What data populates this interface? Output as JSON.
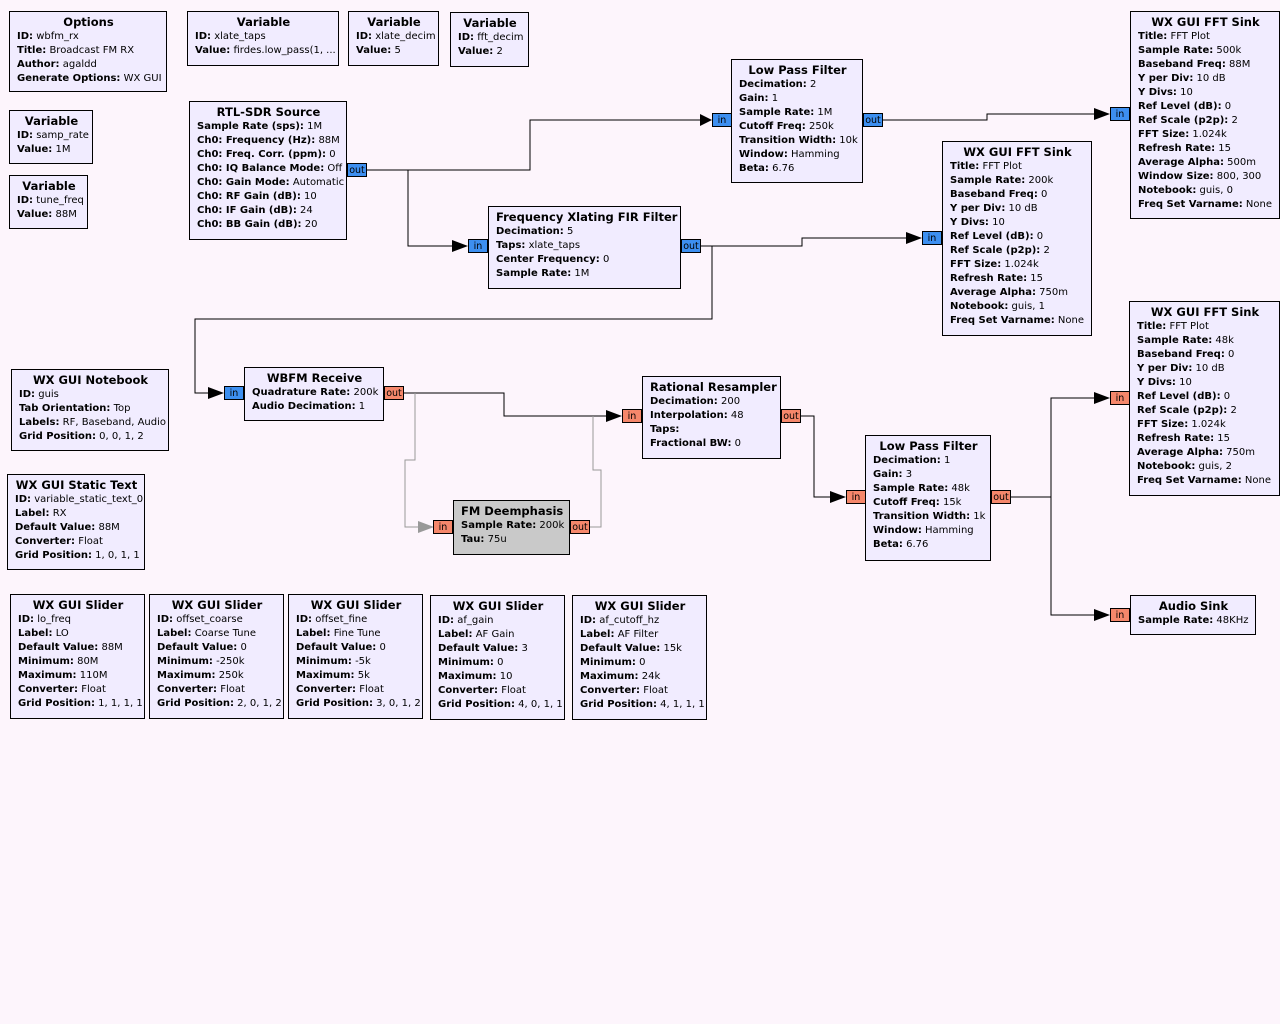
{
  "port_labels": {
    "in": "in",
    "out": "out"
  },
  "colors": {
    "canvas": "#fdf5fc",
    "block_fill": "#f1ecff",
    "block_disabled_fill": "#c9c9c9",
    "complex_port": "#3d8ff0",
    "float_port": "#f5876b",
    "wire": "#000000",
    "disabled_wire": "#999999"
  },
  "blocks": {
    "options": {
      "title": "Options",
      "params": [
        {
          "k": "ID:",
          "v": "wbfm_rx"
        },
        {
          "k": "Title:",
          "v": "Broadcast FM RX"
        },
        {
          "k": "Author:",
          "v": "agaldd"
        },
        {
          "k": "Generate Options:",
          "v": "WX GUI"
        }
      ]
    },
    "var_xlate_taps": {
      "title": "Variable",
      "params": [
        {
          "k": "ID:",
          "v": "xlate_taps"
        },
        {
          "k": "Value:",
          "v": "firdes.low_pass(1, ..."
        }
      ]
    },
    "var_xlate_decim": {
      "title": "Variable",
      "params": [
        {
          "k": "ID:",
          "v": "xlate_decim"
        },
        {
          "k": "Value:",
          "v": "5"
        }
      ]
    },
    "var_fft_decim": {
      "title": "Variable",
      "params": [
        {
          "k": "ID:",
          "v": "fft_decim"
        },
        {
          "k": "Value:",
          "v": "2"
        }
      ]
    },
    "var_samp_rate": {
      "title": "Variable",
      "params": [
        {
          "k": "ID:",
          "v": "samp_rate"
        },
        {
          "k": "Value:",
          "v": "1M"
        }
      ]
    },
    "var_tune_freq": {
      "title": "Variable",
      "params": [
        {
          "k": "ID:",
          "v": "tune_freq"
        },
        {
          "k": "Value:",
          "v": "88M"
        }
      ]
    },
    "rtl_sdr_source": {
      "title": "RTL-SDR Source",
      "params": [
        {
          "k": "Sample Rate (sps):",
          "v": "1M"
        },
        {
          "k": "Ch0: Frequency (Hz):",
          "v": "88M"
        },
        {
          "k": "Ch0: Freq. Corr. (ppm):",
          "v": "0"
        },
        {
          "k": "Ch0: IQ Balance Mode:",
          "v": "Off"
        },
        {
          "k": "Ch0: Gain Mode:",
          "v": "Automatic"
        },
        {
          "k": "Ch0: RF Gain (dB):",
          "v": "10"
        },
        {
          "k": "Ch0: IF Gain (dB):",
          "v": "24"
        },
        {
          "k": "Ch0: BB Gain (dB):",
          "v": "20"
        }
      ]
    },
    "low_pass_filter_1": {
      "title": "Low Pass Filter",
      "params": [
        {
          "k": "Decimation:",
          "v": "2"
        },
        {
          "k": "Gain:",
          "v": "1"
        },
        {
          "k": "Sample Rate:",
          "v": "1M"
        },
        {
          "k": "Cutoff Freq:",
          "v": "250k"
        },
        {
          "k": "Transition Width:",
          "v": "10k"
        },
        {
          "k": "Window:",
          "v": "Hamming"
        },
        {
          "k": "Beta:",
          "v": "6.76"
        }
      ]
    },
    "freq_xlating_fir": {
      "title": "Frequency Xlating FIR Filter",
      "params": [
        {
          "k": "Decimation:",
          "v": "5"
        },
        {
          "k": "Taps:",
          "v": "xlate_taps"
        },
        {
          "k": "Center Frequency:",
          "v": "0"
        },
        {
          "k": "Sample Rate:",
          "v": "1M"
        }
      ]
    },
    "fft_sink_1": {
      "title": "WX GUI FFT Sink",
      "params": [
        {
          "k": "Title:",
          "v": "FFT Plot"
        },
        {
          "k": "Sample Rate:",
          "v": "500k"
        },
        {
          "k": "Baseband Freq:",
          "v": "88M"
        },
        {
          "k": "Y per Div:",
          "v": "10 dB"
        },
        {
          "k": "Y Divs:",
          "v": "10"
        },
        {
          "k": "Ref Level (dB):",
          "v": "0"
        },
        {
          "k": "Ref Scale (p2p):",
          "v": "2"
        },
        {
          "k": "FFT Size:",
          "v": "1.024k"
        },
        {
          "k": "Refresh Rate:",
          "v": "15"
        },
        {
          "k": "Average Alpha:",
          "v": "500m"
        },
        {
          "k": "Window Size:",
          "v": "800, 300"
        },
        {
          "k": "Notebook:",
          "v": "guis, 0"
        },
        {
          "k": "Freq Set Varname:",
          "v": "None"
        }
      ]
    },
    "fft_sink_2": {
      "title": "WX GUI FFT Sink",
      "params": [
        {
          "k": "Title:",
          "v": "FFT Plot"
        },
        {
          "k": "Sample Rate:",
          "v": "200k"
        },
        {
          "k": "Baseband Freq:",
          "v": "0"
        },
        {
          "k": "Y per Div:",
          "v": "10 dB"
        },
        {
          "k": "Y Divs:",
          "v": "10"
        },
        {
          "k": "Ref Level (dB):",
          "v": "0"
        },
        {
          "k": "Ref Scale (p2p):",
          "v": "2"
        },
        {
          "k": "FFT Size:",
          "v": "1.024k"
        },
        {
          "k": "Refresh Rate:",
          "v": "15"
        },
        {
          "k": "Average Alpha:",
          "v": "750m"
        },
        {
          "k": "Notebook:",
          "v": "guis, 1"
        },
        {
          "k": "Freq Set Varname:",
          "v": "None"
        }
      ]
    },
    "fft_sink_3": {
      "title": "WX GUI FFT Sink",
      "params": [
        {
          "k": "Title:",
          "v": "FFT Plot"
        },
        {
          "k": "Sample Rate:",
          "v": "48k"
        },
        {
          "k": "Baseband Freq:",
          "v": "0"
        },
        {
          "k": "Y per Div:",
          "v": "10 dB"
        },
        {
          "k": "Y Divs:",
          "v": "10"
        },
        {
          "k": "Ref Level (dB):",
          "v": "0"
        },
        {
          "k": "Ref Scale (p2p):",
          "v": "2"
        },
        {
          "k": "FFT Size:",
          "v": "1.024k"
        },
        {
          "k": "Refresh Rate:",
          "v": "15"
        },
        {
          "k": "Average Alpha:",
          "v": "750m"
        },
        {
          "k": "Notebook:",
          "v": "guis, 2"
        },
        {
          "k": "Freq Set Varname:",
          "v": "None"
        }
      ]
    },
    "notebook": {
      "title": "WX GUI Notebook",
      "params": [
        {
          "k": "ID:",
          "v": "guis"
        },
        {
          "k": "Tab Orientation:",
          "v": "Top"
        },
        {
          "k": "Labels:",
          "v": "RF, Baseband, Audio"
        },
        {
          "k": "Grid Position:",
          "v": "0, 0, 1, 2"
        }
      ]
    },
    "wbfm_receive": {
      "title": "WBFM Receive",
      "params": [
        {
          "k": "Quadrature Rate:",
          "v": "200k"
        },
        {
          "k": "Audio Decimation:",
          "v": "1"
        }
      ]
    },
    "rational_resampler": {
      "title": "Rational Resampler",
      "params": [
        {
          "k": "Decimation:",
          "v": "200"
        },
        {
          "k": "Interpolation:",
          "v": "48"
        },
        {
          "k": "Taps:",
          "v": ""
        },
        {
          "k": "Fractional BW:",
          "v": "0"
        }
      ]
    },
    "static_text": {
      "title": "WX GUI Static Text",
      "params": [
        {
          "k": "ID:",
          "v": "variable_static_text_0"
        },
        {
          "k": "Label:",
          "v": "RX"
        },
        {
          "k": "Default Value:",
          "v": "88M"
        },
        {
          "k": "Converter:",
          "v": "Float"
        },
        {
          "k": "Grid Position:",
          "v": "1, 0, 1, 1"
        }
      ]
    },
    "fm_deemphasis": {
      "title": "FM Deemphasis",
      "params": [
        {
          "k": "Sample Rate:",
          "v": "200k"
        },
        {
          "k": "Tau:",
          "v": "75u"
        }
      ]
    },
    "low_pass_filter_2": {
      "title": "Low Pass Filter",
      "params": [
        {
          "k": "Decimation:",
          "v": "1"
        },
        {
          "k": "Gain:",
          "v": "3"
        },
        {
          "k": "Sample Rate:",
          "v": "48k"
        },
        {
          "k": "Cutoff Freq:",
          "v": "15k"
        },
        {
          "k": "Transition Width:",
          "v": "1k"
        },
        {
          "k": "Window:",
          "v": "Hamming"
        },
        {
          "k": "Beta:",
          "v": "6.76"
        }
      ]
    },
    "audio_sink": {
      "title": "Audio Sink",
      "params": [
        {
          "k": "Sample Rate:",
          "v": "48KHz"
        }
      ]
    },
    "slider_lo_freq": {
      "title": "WX GUI Slider",
      "params": [
        {
          "k": "ID:",
          "v": "lo_freq"
        },
        {
          "k": "Label:",
          "v": "LO"
        },
        {
          "k": "Default Value:",
          "v": "88M"
        },
        {
          "k": "Minimum:",
          "v": "80M"
        },
        {
          "k": "Maximum:",
          "v": "110M"
        },
        {
          "k": "Converter:",
          "v": "Float"
        },
        {
          "k": "Grid Position:",
          "v": "1, 1, 1, 1"
        }
      ]
    },
    "slider_offset_coarse": {
      "title": "WX GUI Slider",
      "params": [
        {
          "k": "ID:",
          "v": "offset_coarse"
        },
        {
          "k": "Label:",
          "v": "Coarse Tune"
        },
        {
          "k": "Default Value:",
          "v": "0"
        },
        {
          "k": "Minimum:",
          "v": "-250k"
        },
        {
          "k": "Maximum:",
          "v": "250k"
        },
        {
          "k": "Converter:",
          "v": "Float"
        },
        {
          "k": "Grid Position:",
          "v": "2, 0, 1, 2"
        }
      ]
    },
    "slider_offset_fine": {
      "title": "WX GUI Slider",
      "params": [
        {
          "k": "ID:",
          "v": "offset_fine"
        },
        {
          "k": "Label:",
          "v": "Fine Tune"
        },
        {
          "k": "Default Value:",
          "v": "0"
        },
        {
          "k": "Minimum:",
          "v": "-5k"
        },
        {
          "k": "Maximum:",
          "v": "5k"
        },
        {
          "k": "Converter:",
          "v": "Float"
        },
        {
          "k": "Grid Position:",
          "v": "3, 0, 1, 2"
        }
      ]
    },
    "slider_af_gain": {
      "title": "WX GUI Slider",
      "params": [
        {
          "k": "ID:",
          "v": "af_gain"
        },
        {
          "k": "Label:",
          "v": "AF Gain"
        },
        {
          "k": "Default Value:",
          "v": "3"
        },
        {
          "k": "Minimum:",
          "v": "0"
        },
        {
          "k": "Maximum:",
          "v": "10"
        },
        {
          "k": "Converter:",
          "v": "Float"
        },
        {
          "k": "Grid Position:",
          "v": "4, 0, 1, 1"
        }
      ]
    },
    "slider_af_cutoff": {
      "title": "WX GUI Slider",
      "params": [
        {
          "k": "ID:",
          "v": "af_cutoff_hz"
        },
        {
          "k": "Label:",
          "v": "AF Filter"
        },
        {
          "k": "Default Value:",
          "v": "15k"
        },
        {
          "k": "Minimum:",
          "v": "0"
        },
        {
          "k": "Maximum:",
          "v": "24k"
        },
        {
          "k": "Converter:",
          "v": "Float"
        },
        {
          "k": "Grid Position:",
          "v": "4, 1, 1, 1"
        }
      ]
    }
  }
}
